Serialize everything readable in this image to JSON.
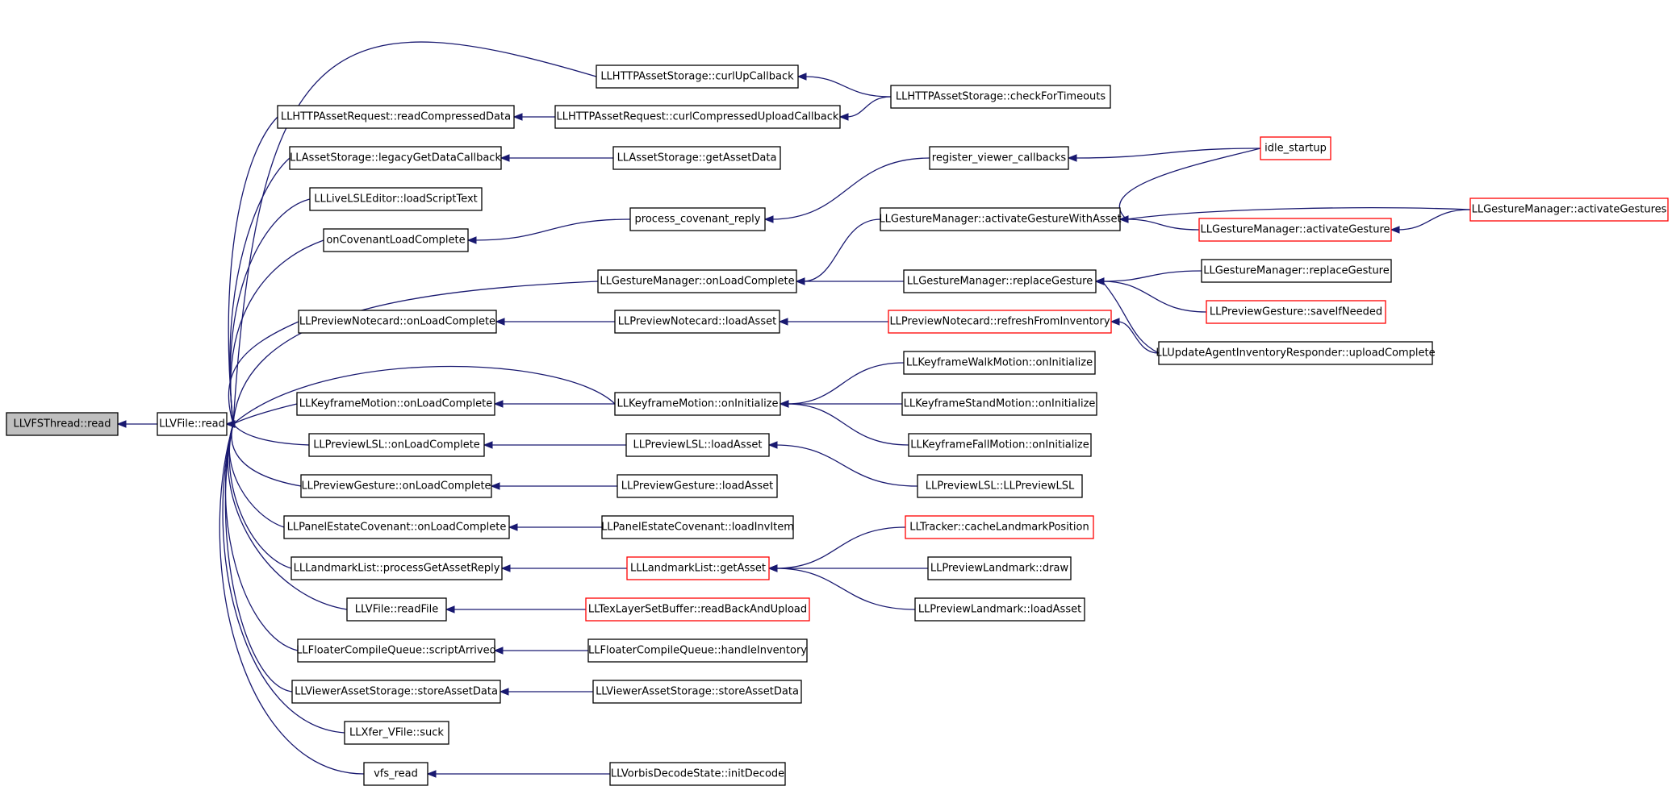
{
  "nodes": [
    {
      "id": "n0",
      "label": "LLVFSThread::read",
      "root": true
    },
    {
      "id": "n1",
      "label": "LLVFile::read"
    },
    {
      "id": "n2",
      "label": "LLHTTPAssetStorage::curlUpCallback"
    },
    {
      "id": "n3",
      "label": "LLHTTPAssetStorage::checkForTimeouts"
    },
    {
      "id": "n4",
      "label": "LLHTTPAssetRequest::readCompressedData"
    },
    {
      "id": "n5",
      "label": "LLHTTPAssetRequest::curlCompressedUploadCallback"
    },
    {
      "id": "n6",
      "label": "LLAssetStorage::legacyGetDataCallback"
    },
    {
      "id": "n7",
      "label": "LLAssetStorage::getAssetData"
    },
    {
      "id": "n8",
      "label": "register_viewer_callbacks"
    },
    {
      "id": "n9",
      "label": "idle_startup",
      "truncated": true
    },
    {
      "id": "n10",
      "label": "LLLiveLSLEditor::loadScriptText"
    },
    {
      "id": "n11",
      "label": "LLGestureManager::activateGestureWithAsset"
    },
    {
      "id": "n12",
      "label": "LLGestureManager::activateGestures",
      "truncated": true
    },
    {
      "id": "n13",
      "label": "onCovenantLoadComplete"
    },
    {
      "id": "n14",
      "label": "process_covenant_reply"
    },
    {
      "id": "n15",
      "label": "LLGestureManager::activateGesture",
      "truncated": true
    },
    {
      "id": "n16",
      "label": "LLGestureManager::onLoadComplete"
    },
    {
      "id": "n17",
      "label": "LLGestureManager::replaceGesture"
    },
    {
      "id": "n18",
      "label": "LLGestureManager::replaceGesture"
    },
    {
      "id": "n19",
      "label": "LLPreviewGesture::saveIfNeeded",
      "truncated": true
    },
    {
      "id": "n20",
      "label": "LLPreviewNotecard::onLoadComplete"
    },
    {
      "id": "n21",
      "label": "LLPreviewNotecard::loadAsset"
    },
    {
      "id": "n22",
      "label": "LLPreviewNotecard::refreshFromInventory",
      "truncated": true
    },
    {
      "id": "n23",
      "label": "LLUpdateAgentInventoryResponder::uploadComplete"
    },
    {
      "id": "n24",
      "label": "LLKeyframeWalkMotion::onInitialize"
    },
    {
      "id": "n25",
      "label": "LLKeyframeMotion::onLoadComplete"
    },
    {
      "id": "n26",
      "label": "LLKeyframeMotion::onInitialize"
    },
    {
      "id": "n27",
      "label": "LLKeyframeStandMotion::onInitialize"
    },
    {
      "id": "n28",
      "label": "LLPreviewLSL::onLoadComplete"
    },
    {
      "id": "n29",
      "label": "LLPreviewLSL::loadAsset"
    },
    {
      "id": "n30",
      "label": "LLKeyframeFallMotion::onInitialize"
    },
    {
      "id": "n31",
      "label": "LLPreviewGesture::onLoadComplete"
    },
    {
      "id": "n32",
      "label": "LLPreviewGesture::loadAsset"
    },
    {
      "id": "n33",
      "label": "LLPreviewLSL::LLPreviewLSL"
    },
    {
      "id": "n34",
      "label": "LLPanelEstateCovenant::onLoadComplete"
    },
    {
      "id": "n35",
      "label": "LLPanelEstateCovenant::loadInvItem"
    },
    {
      "id": "n36",
      "label": "LLTracker::cacheLandmarkPosition",
      "truncated": true
    },
    {
      "id": "n37",
      "label": "LLLandmarkList::processGetAssetReply"
    },
    {
      "id": "n38",
      "label": "LLLandmarkList::getAsset",
      "truncated": true
    },
    {
      "id": "n39",
      "label": "LLPreviewLandmark::draw"
    },
    {
      "id": "n40",
      "label": "LLVFile::readFile"
    },
    {
      "id": "n41",
      "label": "LLTexLayerSetBuffer::readBackAndUpload",
      "truncated": true
    },
    {
      "id": "n42",
      "label": "LLPreviewLandmark::loadAsset"
    },
    {
      "id": "n43",
      "label": "LLFloaterCompileQueue::scriptArrived"
    },
    {
      "id": "n44",
      "label": "LLFloaterCompileQueue::handleInventory"
    },
    {
      "id": "n45",
      "label": "LLViewerAssetStorage::storeAssetData"
    },
    {
      "id": "n46",
      "label": "LLViewerAssetStorage::storeAssetData"
    },
    {
      "id": "n47",
      "label": "LLXfer_VFile::suck"
    },
    {
      "id": "n48",
      "label": "vfs_read"
    },
    {
      "id": "n49",
      "label": "LLVorbisDecodeState::initDecode"
    }
  ],
  "edges": [
    [
      "n1",
      "n0"
    ],
    [
      "n2",
      "n1"
    ],
    [
      "n4",
      "n1"
    ],
    [
      "n6",
      "n1"
    ],
    [
      "n10",
      "n1"
    ],
    [
      "n13",
      "n1"
    ],
    [
      "n16",
      "n1"
    ],
    [
      "n20",
      "n1"
    ],
    [
      "n26",
      "n1"
    ],
    [
      "n25",
      "n1"
    ],
    [
      "n28",
      "n1"
    ],
    [
      "n31",
      "n1"
    ],
    [
      "n34",
      "n1"
    ],
    [
      "n37",
      "n1"
    ],
    [
      "n40",
      "n1"
    ],
    [
      "n43",
      "n1"
    ],
    [
      "n45",
      "n1"
    ],
    [
      "n47",
      "n1"
    ],
    [
      "n48",
      "n1"
    ],
    [
      "n3",
      "n2"
    ],
    [
      "n5",
      "n4"
    ],
    [
      "n3",
      "n5"
    ],
    [
      "n7",
      "n6"
    ],
    [
      "n14",
      "n13"
    ],
    [
      "n8",
      "n14"
    ],
    [
      "n9",
      "n8"
    ],
    [
      "n11",
      "n16"
    ],
    [
      "n17",
      "n16"
    ],
    [
      "n9",
      "n11"
    ],
    [
      "n12",
      "n11"
    ],
    [
      "n15",
      "n11"
    ],
    [
      "n12",
      "n15"
    ],
    [
      "n18",
      "n17"
    ],
    [
      "n19",
      "n17"
    ],
    [
      "n23",
      "n17"
    ],
    [
      "n21",
      "n20"
    ],
    [
      "n22",
      "n21"
    ],
    [
      "n23",
      "n22"
    ],
    [
      "n26",
      "n25"
    ],
    [
      "n24",
      "n26"
    ],
    [
      "n27",
      "n26"
    ],
    [
      "n30",
      "n26"
    ],
    [
      "n29",
      "n28"
    ],
    [
      "n33",
      "n29"
    ],
    [
      "n32",
      "n31"
    ],
    [
      "n35",
      "n34"
    ],
    [
      "n38",
      "n37"
    ],
    [
      "n36",
      "n38"
    ],
    [
      "n39",
      "n38"
    ],
    [
      "n42",
      "n38"
    ],
    [
      "n41",
      "n40"
    ],
    [
      "n44",
      "n43"
    ],
    [
      "n46",
      "n45"
    ],
    [
      "n49",
      "n48"
    ]
  ]
}
